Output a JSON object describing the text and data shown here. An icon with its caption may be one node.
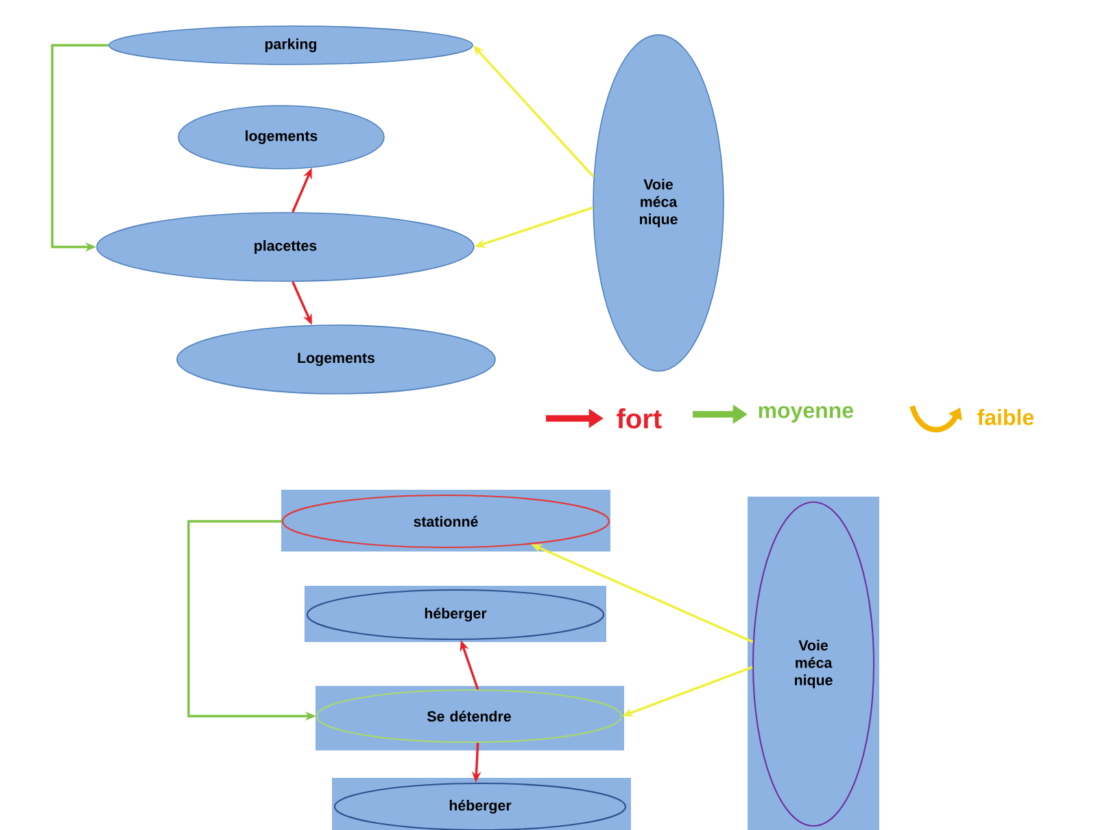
{
  "diagram": {
    "nodes": [
      {
        "text": [
          "parking"
        ]
      },
      {
        "text": [
          "logements"
        ]
      },
      {
        "text": [
          "placettes"
        ]
      },
      {
        "text": [
          "Logements"
        ]
      },
      {
        "text": [
          "Voie méca nique"
        ]
      },
      {
        "text": [
          "stationné"
        ]
      },
      {
        "text": [
          "héberger"
        ]
      },
      {
        "text": [
          "Se détendre"
        ]
      },
      {
        "text": [
          "héberger"
        ]
      },
      {
        "text": [
          "Voie méca nique"
        ]
      }
    ],
    "edges": [
      {
        "from": 0,
        "to": 2,
        "arrow": "to",
        "color": "#7dc242"
      },
      {
        "from": 2,
        "to": 1,
        "arrow": "to",
        "color": "#e8202a"
      },
      {
        "from": 2,
        "to": 3,
        "arrow": "to",
        "color": "#e8202a"
      },
      {
        "from": 4,
        "to": 0,
        "arrow": "to",
        "color": "#f0f03a"
      },
      {
        "from": 4,
        "to": 2,
        "arrow": "to",
        "color": "#f0f03a"
      },
      {
        "from": 5,
        "to": 7,
        "arrow": "to",
        "color": "#7dc242"
      },
      {
        "from": 7,
        "to": 6,
        "arrow": "to",
        "color": "#e8202a"
      },
      {
        "from": 7,
        "to": 8,
        "arrow": "to",
        "color": "#e8202a"
      },
      {
        "from": 9,
        "to": 5,
        "arrow": "to",
        "color": "#f0f03a"
      },
      {
        "from": 9,
        "to": 7,
        "arrow": "to",
        "color": "#f0f03a"
      }
    ],
    "legend": [
      {
        "text": "fort"
      },
      {
        "text": "moyenne"
      },
      {
        "text": "faible"
      }
    ]
  }
}
